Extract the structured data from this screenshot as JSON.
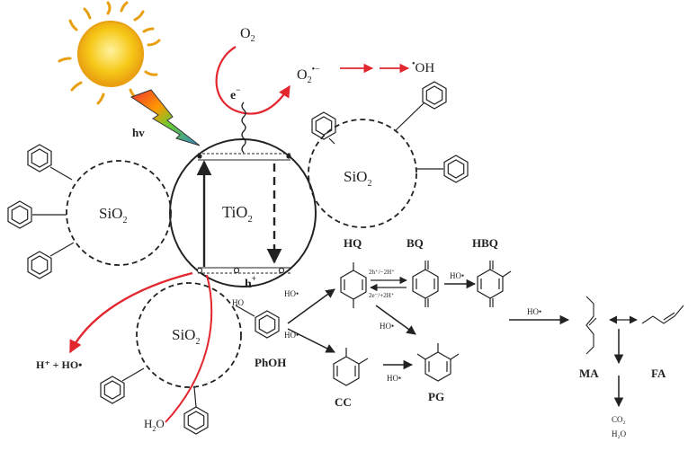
{
  "colors": {
    "arrow_red": "#e2262e",
    "line": "#222222",
    "sun": "#f6c817"
  },
  "labels": {
    "hv": "hv",
    "o2": "O",
    "o2_sub": "2",
    "superoxide": "O",
    "superoxide_sub": "2",
    "superoxide_sup": "•−",
    "hydroxyl_dot": "•",
    "hydroxyl": "OH",
    "electron": "e",
    "electron_sup": "−",
    "hole": "h",
    "hole_sup": "+",
    "tio2": "TiO",
    "tio2_sub": "2",
    "sio2": "SiO",
    "sio2_sub": "2",
    "products": "H⁺ + HO•",
    "water": "H",
    "water_sub": "2",
    "water_end": "O",
    "phoh": "PhOH",
    "hq": "HQ",
    "bq": "BQ",
    "hbq": "HBQ",
    "cc": "CC",
    "pg": "PG",
    "ma": "MA",
    "fa": "FA",
    "ho_radical": "HO•",
    "redox_top": "2h⁺/−2H⁺",
    "redox_bottom": "2e⁻/+2H⁺",
    "co2": "CO₂",
    "h2o": "H₂O"
  },
  "icons": [
    "sun-icon",
    "lightning-bolt-icon"
  ]
}
